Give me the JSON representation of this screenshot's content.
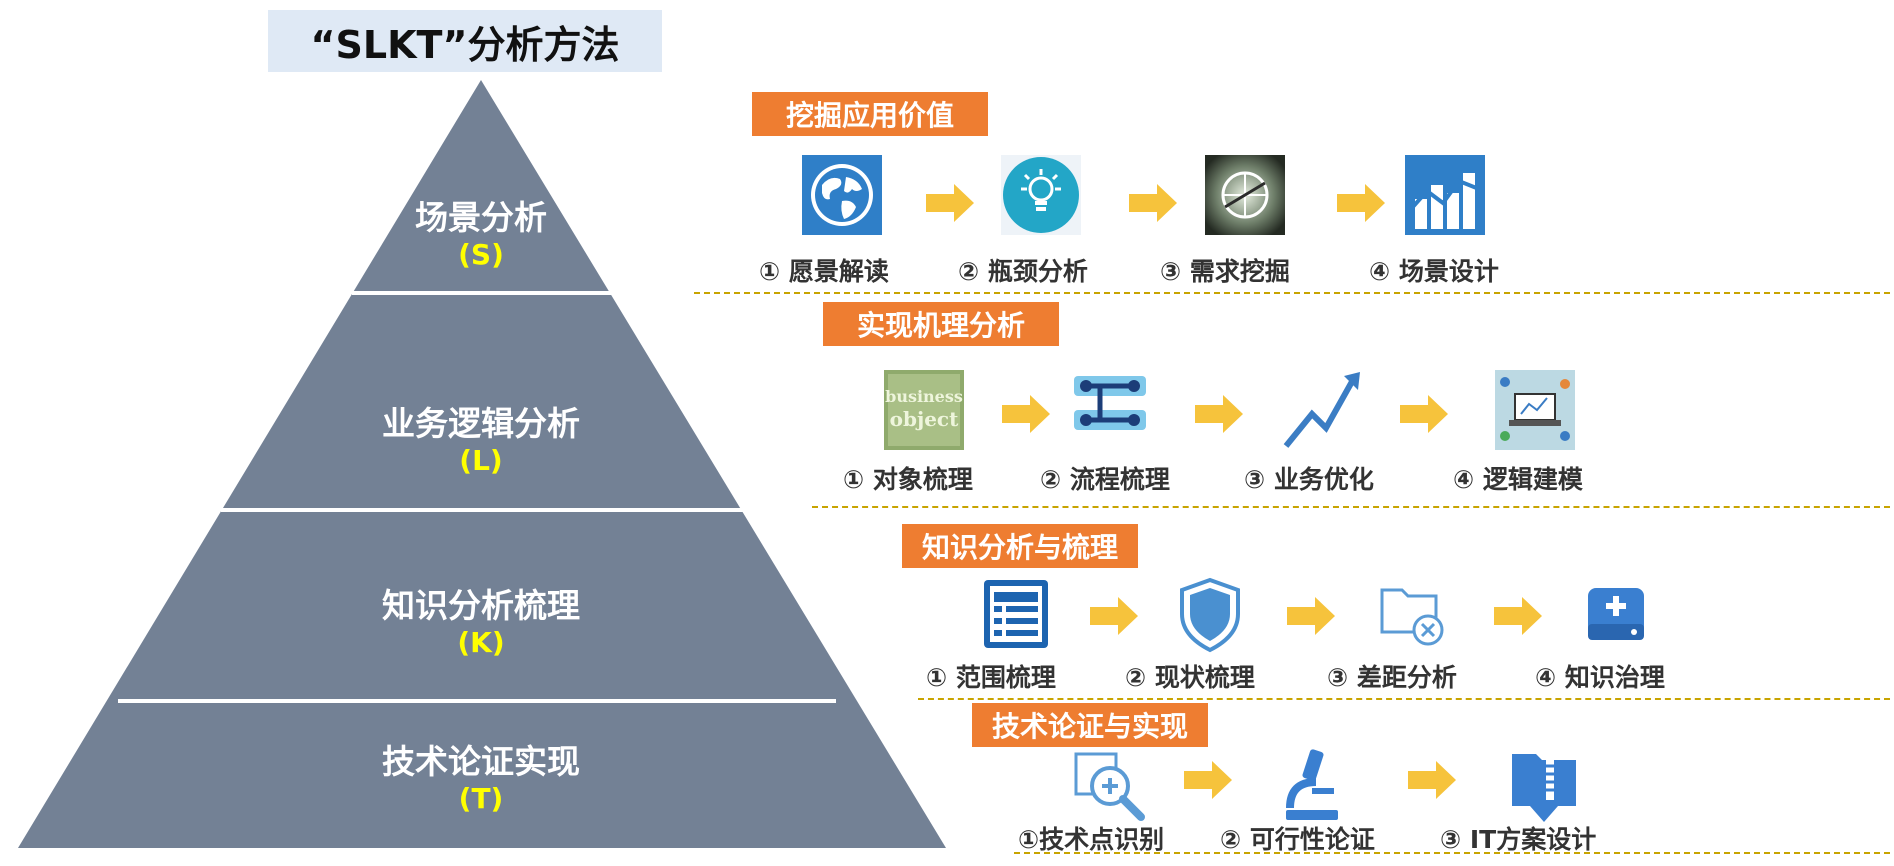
{
  "title": "“SLKT”分析方法",
  "pyramid": [
    {
      "name": "场景分析",
      "code": "(S)"
    },
    {
      "name": "业务逻辑分析",
      "code": "(L)"
    },
    {
      "name": "知识分析梳理",
      "code": "(K)"
    },
    {
      "name": "技术论证实现",
      "code": "(T)"
    }
  ],
  "sections": [
    {
      "title": "挖掘应用价值",
      "steps": [
        {
          "label": "① 愿景解读",
          "icon": "globe-icon"
        },
        {
          "label": "② 瓶颈分析",
          "icon": "lightbulb-icon"
        },
        {
          "label": "③ 需求挖掘",
          "icon": "compass-photo-icon"
        },
        {
          "label": "④ 场景设计",
          "icon": "bar-chart-icon"
        }
      ]
    },
    {
      "title": "实现机理分析",
      "steps": [
        {
          "label": "① 对象梳理",
          "icon": "business-object-icon",
          "icon_text": [
            "business",
            "object"
          ]
        },
        {
          "label": "② 流程梳理",
          "icon": "flowchart-icon"
        },
        {
          "label": "③ 业务优化",
          "icon": "trend-up-icon"
        },
        {
          "label": "④ 逻辑建模",
          "icon": "laptop-model-icon"
        }
      ]
    },
    {
      "title": "知识分析与梳理",
      "steps": [
        {
          "label": "① 范围梳理",
          "icon": "list-document-icon"
        },
        {
          "label": "② 现状梳理",
          "icon": "shield-icon"
        },
        {
          "label": "③ 差距分析",
          "icon": "folder-x-icon"
        },
        {
          "label": "④ 知识治理",
          "icon": "medical-drive-icon"
        }
      ]
    },
    {
      "title": "技术论证与实现",
      "steps": [
        {
          "label": "①技术点识别",
          "icon": "magnifier-icon"
        },
        {
          "label": "② 可行性论证",
          "icon": "microscope-icon"
        },
        {
          "label": "③ IT方案设计",
          "icon": "zip-folder-icon"
        }
      ]
    }
  ],
  "colors": {
    "pyramid": "#738195",
    "pyramid_code": "#ffff00",
    "section_title_bg": "#ee7d31",
    "arrow": "#f6c33c",
    "icon_blue": "#2f7fc8",
    "divider": "#c8a400",
    "title_bg": "#dfe9f5"
  }
}
